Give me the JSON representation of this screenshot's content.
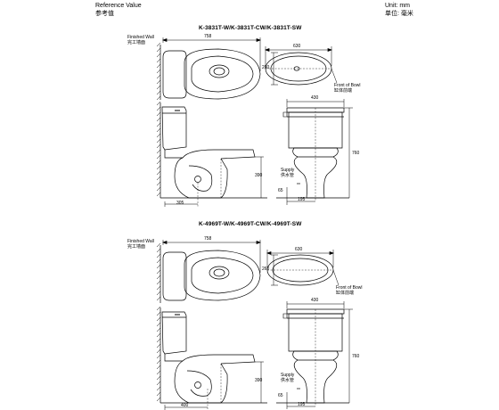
{
  "header": {
    "reference_value": "Reference Value",
    "reference_value_cn": "参考值",
    "unit": "Unit: mm",
    "unit_cn": "单位: 毫米"
  },
  "diagrams": [
    {
      "model": "K-3831T-W/K-3831T-CW/K-3831T-SW",
      "finished_wall": "Finished Wall",
      "finished_wall_cn": "完工墙面",
      "front_of_bowl": "Front of Bowl",
      "front_of_bowl_cn": "缸体前端",
      "supply": "Supply",
      "supply_cn": "供水管",
      "dims": {
        "overall_depth": "758",
        "bowl_width": "630",
        "bowl_depth": "260",
        "tank_width": "430",
        "height": "760",
        "outlet_height": "390",
        "supply_height": "65",
        "rough_in": "305",
        "supply_offset": "195"
      }
    },
    {
      "model": "K-4969T-W/K-4969T-CW/K-4969T-SW",
      "finished_wall": "Finished Wall",
      "finished_wall_cn": "完工墙面",
      "front_of_bowl": "Front of Bowl",
      "front_of_bowl_cn": "缸体前端",
      "supply": "Supply",
      "supply_cn": "供水管",
      "dims": {
        "overall_depth": "758",
        "bowl_width": "630",
        "bowl_depth": "260",
        "tank_width": "430",
        "height": "760",
        "outlet_height": "390",
        "supply_height": "65",
        "rough_in": "400",
        "supply_offset": "195"
      }
    }
  ]
}
